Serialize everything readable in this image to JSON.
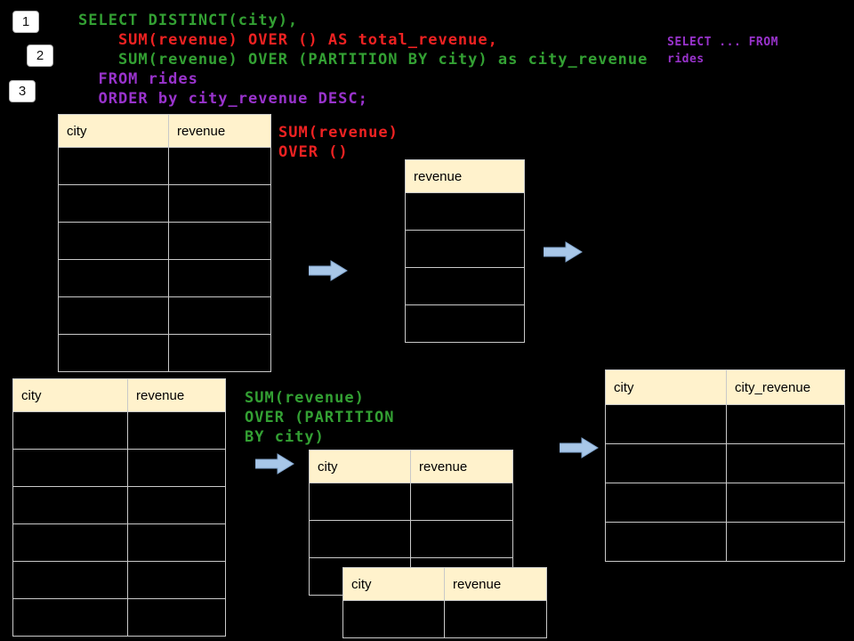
{
  "colors": {
    "green": "#33A033",
    "red": "#EE2222",
    "purple": "#9933CC",
    "header_bg": "#FFF2CC",
    "arrow_fill": "#A8C7E8",
    "arrow_edge": "#7FA3CC",
    "border": "#C9C9C9"
  },
  "badges": [
    "1",
    "2",
    "3"
  ],
  "code": {
    "lines": [
      {
        "text": "SELECT DISTINCT(city),",
        "color": "green"
      },
      {
        "text": "    SUM(revenue) OVER () AS total_revenue,",
        "color": "red"
      },
      {
        "text": "    SUM(revenue) OVER (PARTITION BY city) as city_revenue",
        "color": "green"
      },
      {
        "text": "  FROM rides",
        "color": "purple"
      },
      {
        "text": "  ORDER by city_revenue DESC;",
        "color": "purple"
      }
    ]
  },
  "side_note": {
    "lines": [
      {
        "text": "SELECT ... FROM",
        "color": "purple"
      },
      {
        "text": "rides",
        "color": "purple"
      }
    ]
  },
  "annotations": {
    "total": {
      "lines": [
        {
          "text": "SUM(revenue)",
          "color": "red"
        },
        {
          "text": "OVER ()",
          "color": "red"
        }
      ]
    },
    "partition": {
      "lines": [
        {
          "text": "SUM(revenue)",
          "color": "green"
        },
        {
          "text": "OVER (PARTITION",
          "color": "green"
        },
        {
          "text": "BY city)",
          "color": "green"
        }
      ]
    }
  },
  "tables": {
    "source_top": {
      "headers": [
        "city",
        "revenue"
      ],
      "empty_rows": 6
    },
    "total_revenue": {
      "headers": [
        "revenue"
      ],
      "empty_rows": 4
    },
    "source_bottom": {
      "headers": [
        "city",
        "revenue"
      ],
      "empty_rows": 6
    },
    "partition_back": {
      "headers": [
        "city",
        "revenue"
      ],
      "empty_rows": 3
    },
    "partition_front": {
      "headers": [
        "city",
        "revenue"
      ],
      "empty_rows": 1
    },
    "result_city_revenue": {
      "headers": [
        "city",
        "city_revenue"
      ],
      "empty_rows": 4
    }
  }
}
